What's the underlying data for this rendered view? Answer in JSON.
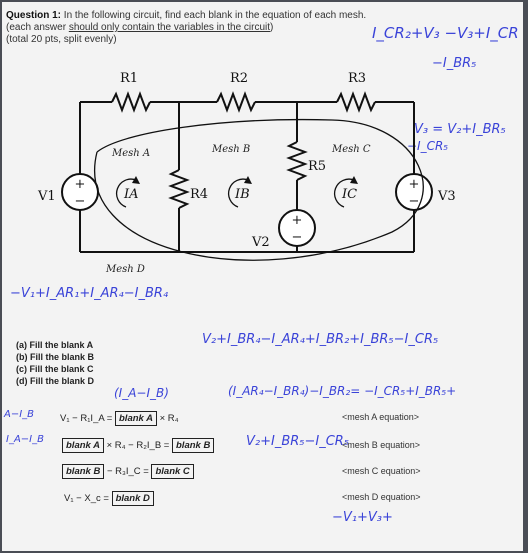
{
  "question": {
    "title": "Question 1: In the following circuit, find each blank in the equation of each mesh.",
    "title_bold": "Question 1:",
    "title_rest": " In the following circuit, find each blank in the equation of each mesh.",
    "note_open": "(each answer ",
    "note_underlined": "should only contain the variables in the circuit",
    "note_close": ")",
    "points": "(total 20 pts, split evenly)"
  },
  "circuit": {
    "resistors": [
      "R1",
      "R2",
      "R3",
      "R4",
      "R5"
    ],
    "sources": [
      "V1",
      "V2",
      "V3"
    ],
    "mesh_labels": [
      "Mesh A",
      "Mesh B",
      "Mesh C",
      "Mesh D"
    ],
    "currents": [
      "IA",
      "IB",
      "IC"
    ]
  },
  "blanks": {
    "a": "(a) Fill the blank A",
    "b": "(b) Fill the blank B",
    "c": "(c) Fill the blank C",
    "d": "(d) Fill the blank D"
  },
  "equations": {
    "a": {
      "left": "V₁ − R₁I_A =",
      "box": "blank A",
      "right": "× R₄",
      "tag": "<mesh A equation>"
    },
    "b": {
      "box1": "blank A",
      "mid": "× R₄ − R₂I_B =",
      "box2": "blank B",
      "tag": "<mesh B equation>"
    },
    "c": {
      "box1": "blank B",
      "mid": "− R₃I_C =",
      "box2": "blank C",
      "tag": "<mesh C equation>"
    },
    "d": {
      "left": "V₁ − X_c =",
      "box": "blank D",
      "tag": "<mesh D equation>"
    }
  },
  "handwriting": {
    "top_right_1": "I_CR₂+V₃ −V₃+I_CR",
    "top_right_2": "−I_BR₅",
    "mid_right_1": "V₃ = V₂+I_BR₅",
    "mid_right_2": "−I_CR₅",
    "mesh_d_eq": "−V₁+I_AR₁+I_AR₄−I_BR₄",
    "blank_a_note": "(I_A−I_B)",
    "mesh_b_eq": "V₂+I_BR₄−I_AR₄+I_BR₂+I_BR₅−I_CR₅",
    "mesh_b_eq2": "(I_AR₄−I_BR₄)−I_BR₂= −I_CR₅+I_BR₅+",
    "blank_b_note": "V₂+I_BR₅−I_CR₅",
    "left_note_1": "A−I_B",
    "left_note_2": "I_A−I_B",
    "mesh_d_answer": "−V₁+V₃+"
  }
}
